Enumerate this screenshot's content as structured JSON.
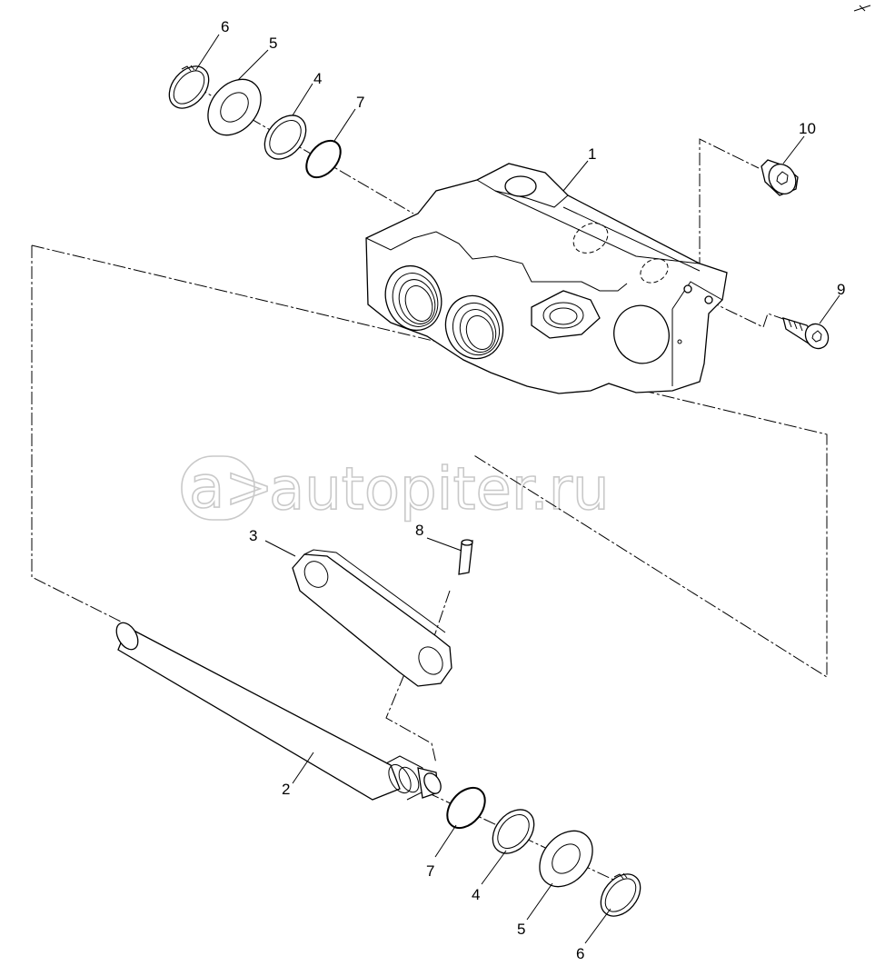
{
  "watermark": {
    "text": "autopiter.ru",
    "logo_text": "a>"
  },
  "callouts": {
    "top_retaining_ring": "6",
    "top_washer": "5",
    "top_backup_ring": "4",
    "top_o_ring": "7",
    "valve_body": "1",
    "screw_upper": "10",
    "screw_lower": "9",
    "lever": "3",
    "pin": "8",
    "spool_shaft": "2",
    "bottom_o_ring": "7",
    "bottom_backup_ring": "4",
    "bottom_washer": "5",
    "bottom_retaining_ring": "6"
  }
}
